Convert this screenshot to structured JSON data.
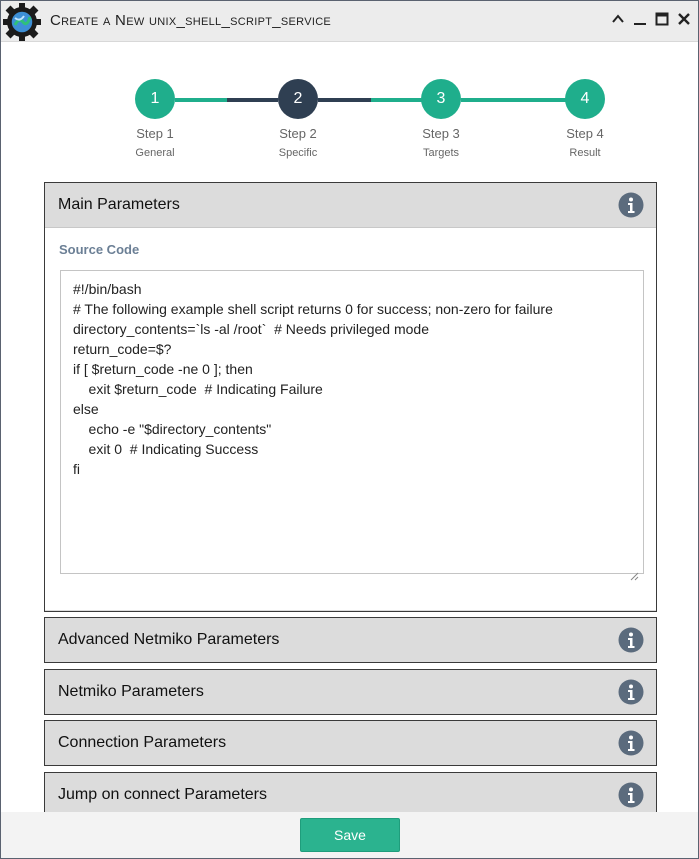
{
  "window": {
    "title": "Create a New unix_shell_script_service",
    "controls": [
      "chevron-up-icon",
      "minimize-icon",
      "maximize-icon",
      "close-icon"
    ]
  },
  "stepper": {
    "steps": [
      {
        "number": "1",
        "label": "Step 1",
        "sub": "General",
        "state": "complete"
      },
      {
        "number": "2",
        "label": "Step 2",
        "sub": "Specific",
        "state": "active"
      },
      {
        "number": "3",
        "label": "Step 3",
        "sub": "Targets",
        "state": "complete"
      },
      {
        "number": "4",
        "label": "Step 4",
        "sub": "Result",
        "state": "complete"
      }
    ],
    "colors": {
      "complete": "#1fae8c",
      "active": "#2f3f52"
    }
  },
  "panels": {
    "main": {
      "title": "Main Parameters",
      "field_label": "Source Code",
      "code": "#!/bin/bash\n# The following example shell script returns 0 for success; non-zero for failure\ndirectory_contents=`ls -al /root`  # Needs privileged mode\nreturn_code=$?\nif [ $return_code -ne 0 ]; then\n    exit $return_code  # Indicating Failure\nelse\n    echo -e \"$directory_contents\"\n    exit 0  # Indicating Success\nfi"
    },
    "advanced_netmiko": {
      "title": "Advanced Netmiko Parameters"
    },
    "netmiko": {
      "title": "Netmiko Parameters"
    },
    "connection": {
      "title": "Connection Parameters"
    },
    "jump": {
      "title": "Jump on connect Parameters"
    }
  },
  "footer": {
    "save_label": "Save"
  },
  "colors": {
    "accent": "#2bb38f",
    "panel_header": "#dcdcdc",
    "info_icon": "#5b6b7d"
  }
}
